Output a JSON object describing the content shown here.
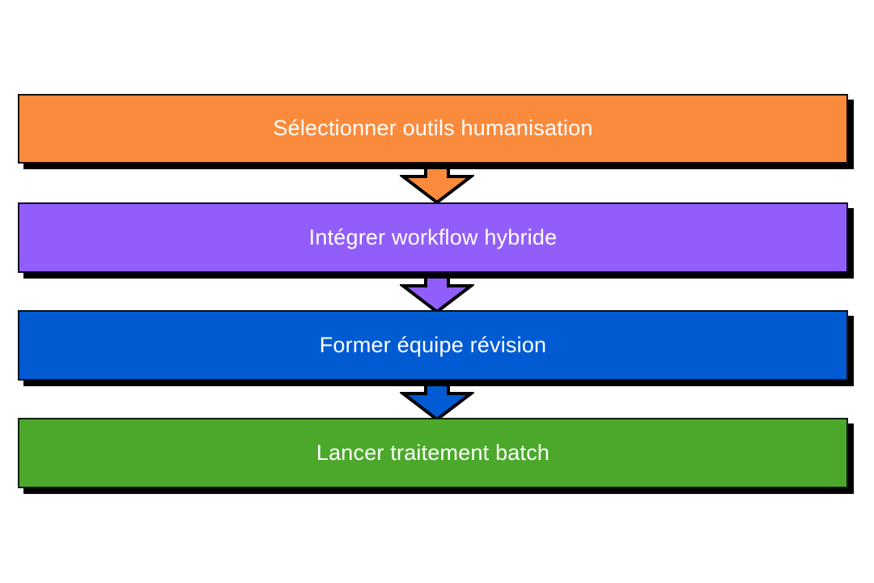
{
  "diagram": {
    "type": "flowchart",
    "orientation": "vertical-top-to-bottom",
    "background_color": "#FFFFFF",
    "title": "",
    "steps": [
      {
        "id": "step-1",
        "label": "Sélectionner outils humanisation",
        "fill_color": "#FB8B3C",
        "text_color": "#FFFFFF",
        "border_color": "#1A0D05",
        "shadow_color": "#000000",
        "order": 1
      },
      {
        "id": "step-2",
        "label": "Intégrer workflow hybride",
        "fill_color": "#915EFB",
        "text_color": "#FFFFFF",
        "border_color": "#15062B",
        "shadow_color": "#000000",
        "order": 2
      },
      {
        "id": "step-3",
        "label": "Former équipe révision",
        "fill_color": "#005BD3",
        "text_color": "#FFFFFF",
        "border_color": "#041225",
        "shadow_color": "#000000",
        "order": 3
      },
      {
        "id": "step-4",
        "label": "Lancer traitement batch",
        "fill_color": "#4CA82B",
        "text_color": "#FFFFFF",
        "border_color": "#0C1F06",
        "shadow_color": "#000000",
        "order": 4
      }
    ],
    "connectors": [
      {
        "id": "connector-1",
        "from": "step-1",
        "to": "step-2",
        "shape": "down-arrow",
        "fill_color": "#FB8B3C",
        "stroke_color": "#000000"
      },
      {
        "id": "connector-2",
        "from": "step-2",
        "to": "step-3",
        "shape": "down-arrow",
        "fill_color": "#915EFB",
        "stroke_color": "#000000"
      },
      {
        "id": "connector-3",
        "from": "step-3",
        "to": "step-4",
        "shape": "down-arrow",
        "fill_color": "#005BD3",
        "stroke_color": "#000000"
      }
    ]
  }
}
